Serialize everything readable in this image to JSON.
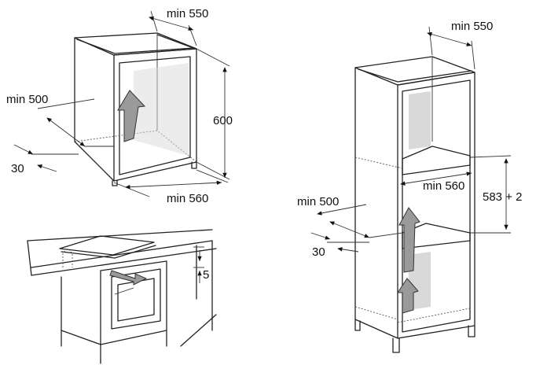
{
  "labels": {
    "cab_top_width": "min 550",
    "cab_height": "600",
    "cab_depth": "min 500",
    "cab_gap": "30",
    "cab_bottom_width": "min 560",
    "hob_gap": "5",
    "col_top_width": "min 550",
    "col_opening_width": "min 560",
    "col_opening_height": "583 + 2",
    "col_depth": "min 500",
    "col_gap": "30"
  },
  "colors": {
    "line": "#222222",
    "arrow": "#9a9a9a",
    "shade": "#d9d9d9"
  }
}
